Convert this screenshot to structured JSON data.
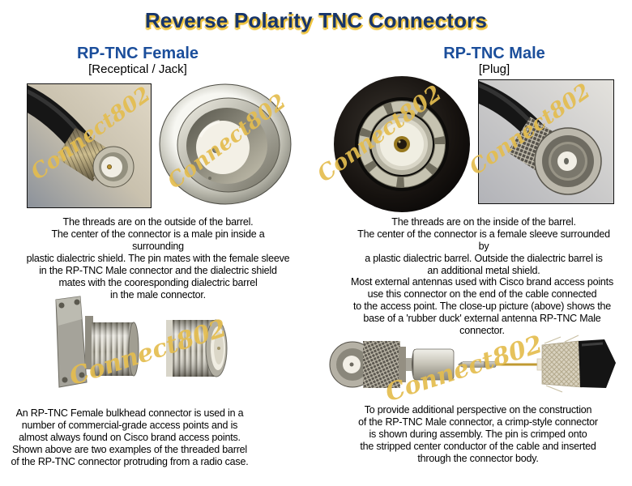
{
  "title": "Reverse Polarity TNC Connectors",
  "watermark": "Connect802",
  "colors": {
    "title_blue": "#17356b",
    "title_shadow_gold": "#eec33e",
    "heading_blue": "#1b4e9b",
    "watermark_gold": "#e4bd4f",
    "body_text": "#000000"
  },
  "images": [
    "rp-tnc-female-cable-photo",
    "rp-tnc-female-face-photo",
    "rp-tnc-male-antenna-base-photo",
    "rp-tnc-male-cable-photo",
    "rp-tnc-female-bulkhead-photo",
    "rp-tnc-male-crimp-assembly-photo"
  ],
  "left": {
    "heading": "RP-TNC Female",
    "subheading": "[Receptical / Jack]",
    "paragraph1": "The threads are on the outside of the barrel.\nThe center of the connector is a male pin inside a surrounding\nplastic dialectric shield. The pin mates with the female sleeve\nin the RP-TNC Male connector and the dialectric shield\nmates with the cooresponding dialectric barrel\nin the male connector.",
    "paragraph2": "An RP-TNC Female bulkhead connector is used in a\nnumber of commercial-grade access points and is\nalmost always found on Cisco brand access points.\nShown above are two examples of the threaded barrel\nof the RP-TNC connector protruding from a radio case."
  },
  "right": {
    "heading": "RP-TNC Male",
    "subheading": "[Plug]",
    "paragraph1": "The threads are on the inside of the barrel.\nThe center of the connector is a female sleeve surrounded by\na plastic dialectric barrel. Outside the dialectric barrel is\nan additional metal shield.",
    "paragraph2": "Most external antennas used with Cisco brand access points\nuse this connector on the end of the cable connected\nto the access point. The close-up picture (above) shows the\nbase of a 'rubber duck' external antenna RP-TNC Male connector.",
    "paragraph3": "To provide additional perspective on the construction\nof the RP-TNC Male connector, a crimp-style connector\nis shown during assembly. The pin is crimped onto\nthe stripped center conductor of the cable and inserted\nthrough the connector body."
  }
}
